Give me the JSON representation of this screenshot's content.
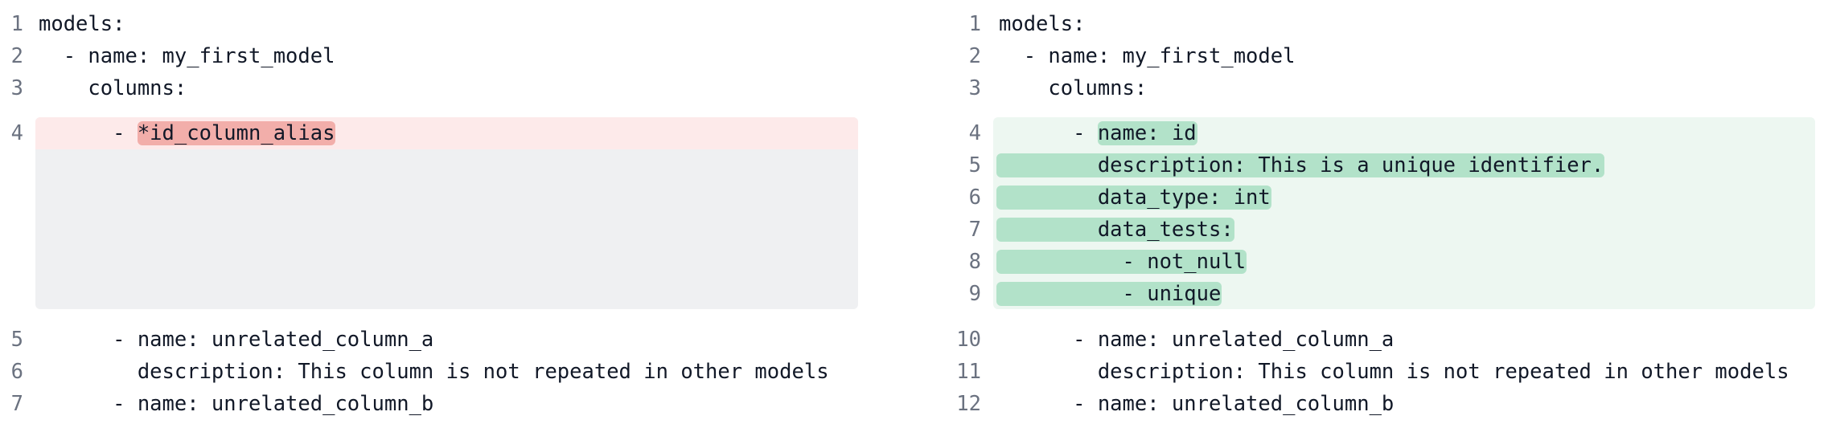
{
  "colors": {
    "removed_line_bg": "#fdeaea",
    "removed_highlight": "#f2aeaa",
    "placeholder_bg": "#eff0f2",
    "added_block_bg": "#edf7f1",
    "added_highlight": "#b2e2c9",
    "line_number": "#6b7280"
  },
  "left": {
    "lines": [
      {
        "num": "1",
        "text": "models:"
      },
      {
        "num": "2",
        "text": "  - name: my_first_model"
      },
      {
        "num": "3",
        "text": "    columns:"
      },
      {
        "num": "4",
        "text": "      - ",
        "highlight": "*id_column_alias",
        "type": "removed"
      },
      {
        "num": "5",
        "text": "      - name: unrelated_column_a"
      },
      {
        "num": "6",
        "text": "        description: This column is not repeated in other models"
      },
      {
        "num": "7",
        "text": "      - name: unrelated_column_b"
      }
    ]
  },
  "right": {
    "lines": [
      {
        "num": "1",
        "text": "models:"
      },
      {
        "num": "2",
        "text": "  - name: my_first_model"
      },
      {
        "num": "3",
        "text": "    columns:"
      },
      {
        "num": "4",
        "text": "      - ",
        "highlight": "name: id",
        "type": "added"
      },
      {
        "num": "5",
        "text": "",
        "highlight": "        description: This is a unique identifier.",
        "type": "added"
      },
      {
        "num": "6",
        "text": "",
        "highlight": "        data_type: int",
        "type": "added"
      },
      {
        "num": "7",
        "text": "",
        "highlight": "        data_tests:",
        "type": "added"
      },
      {
        "num": "8",
        "text": "",
        "highlight": "          - not_null",
        "type": "added"
      },
      {
        "num": "9",
        "text": "",
        "highlight": "          - unique",
        "type": "added"
      },
      {
        "num": "10",
        "text": "      - name: unrelated_column_a"
      },
      {
        "num": "11",
        "text": "        description: This column is not repeated in other models"
      },
      {
        "num": "12",
        "text": "      - name: unrelated_column_b"
      }
    ]
  }
}
